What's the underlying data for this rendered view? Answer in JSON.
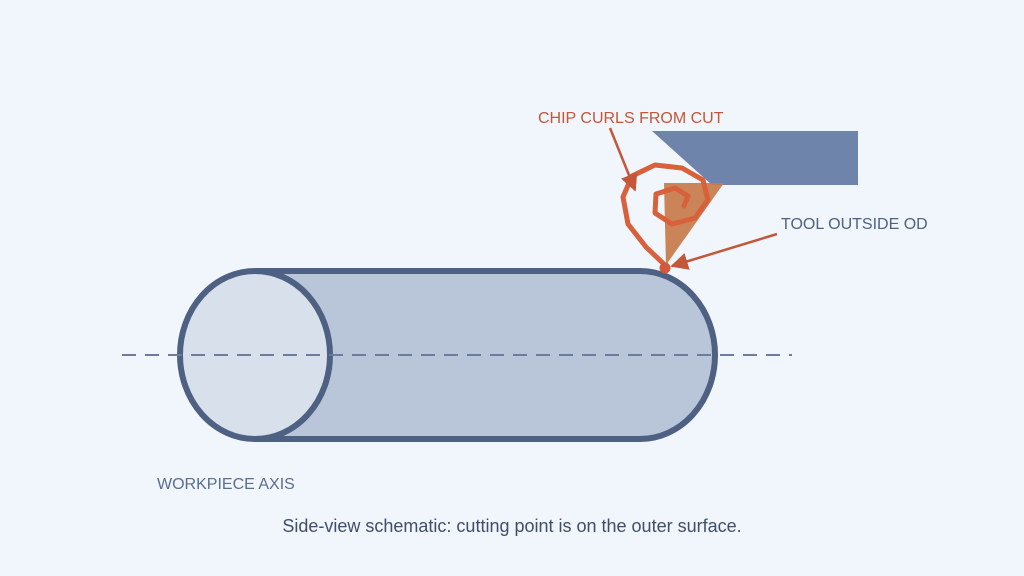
{
  "labels": {
    "chip": "CHIP CURLS FROM CUT",
    "tool": "TOOL OUTSIDE OD",
    "axis": "WORKPIECE AXIS"
  },
  "caption": "Side-view schematic: cutting point is on the outer surface.",
  "colors": {
    "background": "#f1f5fc",
    "workpiece_body": "#b9c5d8",
    "workpiece_end_face": "#d8e0ec",
    "workpiece_outline": "#4e6183",
    "axis_line": "#6a7da0",
    "tool_holder": "#6e84aa",
    "tool_insert": "#c8784a",
    "chip": "#d8603a",
    "callout_line": "#c4573a",
    "contact_point": "#d4583a"
  }
}
